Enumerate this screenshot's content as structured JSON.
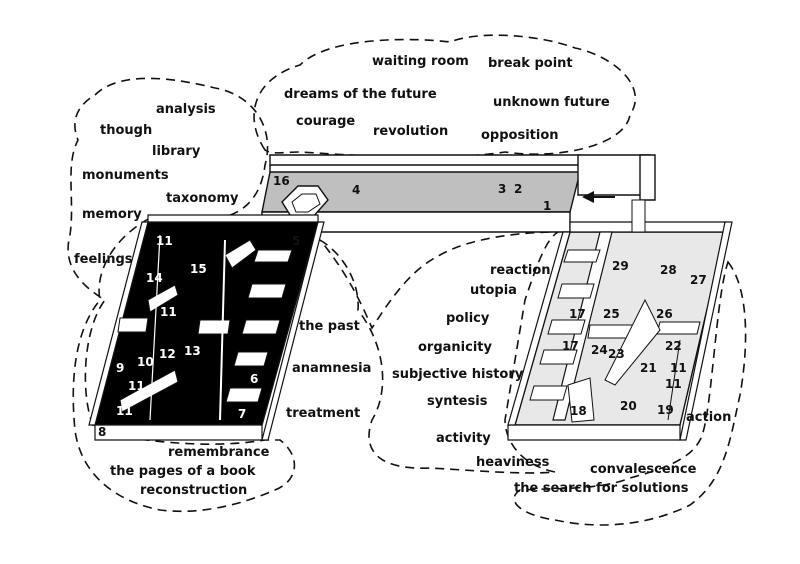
{
  "cloud_words": {
    "top": {
      "waiting_room": "waiting room",
      "break_point": "break point",
      "dreams_of_the_future": "dreams of the future",
      "unknown_future": "unknown future",
      "courage": "courage",
      "revolution": "revolution",
      "opposition": "opposition"
    },
    "left": {
      "analysis": "analysis",
      "though": "though",
      "library": "library",
      "monuments": "monuments",
      "taxonomy": "taxonomy",
      "memory": "memory",
      "feelings": "feelings",
      "remembrance": "remembrance",
      "the_pages_of_a_book": "the pages of a book",
      "reconstruction": "reconstruction"
    },
    "middle": {
      "the_past": "the past",
      "anamnesia": "anamnesia",
      "treatment": "treatment",
      "reaction": "reaction",
      "utopia": "utopia",
      "policy": "policy",
      "organicity": "organicity",
      "subjective_history": "subjective history",
      "syntesis": "syntesis",
      "activity": "activity",
      "heaviness": "heaviness"
    },
    "right": {
      "action": "action",
      "convalescence": "convalescence",
      "the_search_for_solutions": "the search for solutions"
    }
  },
  "room_numbers": {
    "corridor": [
      "16",
      "4",
      "3",
      "2",
      "1"
    ],
    "left_block": [
      "11",
      "15",
      "5",
      "14",
      "11",
      "9",
      "10",
      "12",
      "13",
      "11",
      "11",
      "6",
      "7",
      "8"
    ],
    "right_block": [
      "29",
      "28",
      "27",
      "17",
      "25",
      "26",
      "17",
      "24",
      "23",
      "22",
      "21",
      "11",
      "11",
      "20",
      "19",
      "18"
    ]
  },
  "colors": {
    "left_block_fill": "#000000",
    "corridor_fill": "#bfbfbf",
    "right_block_fill": "#e8e8e8",
    "line": "#111111"
  }
}
